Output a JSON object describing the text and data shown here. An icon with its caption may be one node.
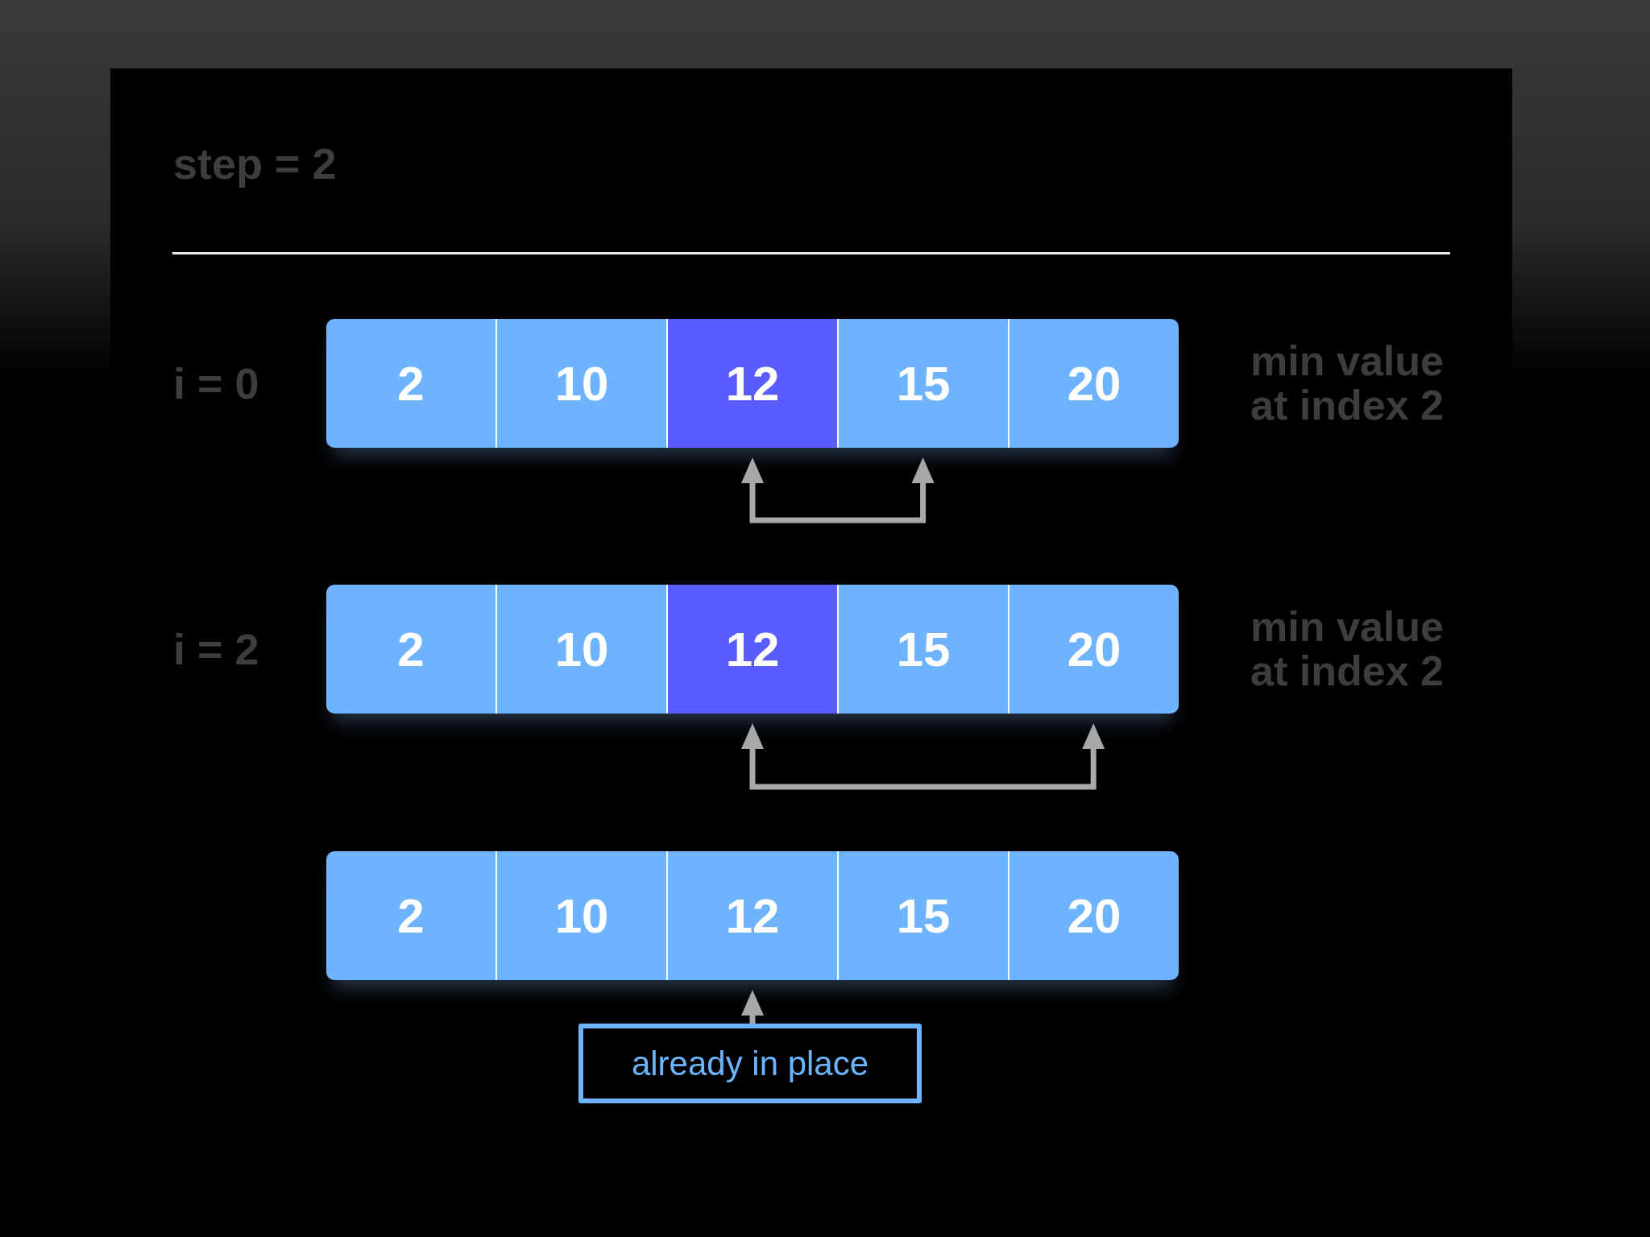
{
  "diagram": {
    "title": "step = 2",
    "nodes": [
      {
        "text": [],
        "shape": "bar",
        "beside": [
          "i = 0",
          "min value at index 2"
        ]
      },
      {
        "text": [
          "2"
        ],
        "in": 0
      },
      {
        "text": [
          "10"
        ],
        "in": 0
      },
      {
        "text": [
          "12"
        ],
        "in": 0
      },
      {
        "text": [
          "15"
        ],
        "in": 0
      },
      {
        "text": [
          "20"
        ],
        "in": 0
      },
      {
        "text": [],
        "shape": "bar",
        "beside": [
          "i = 2",
          "min value at index 2"
        ]
      },
      {
        "text": [
          "2"
        ],
        "in": 6
      },
      {
        "text": [
          "10"
        ],
        "in": 6
      },
      {
        "text": [
          "12"
        ],
        "in": 6
      },
      {
        "text": [
          "15"
        ],
        "in": 6
      },
      {
        "text": [
          "20"
        ],
        "in": 6
      },
      {
        "text": [],
        "shape": "bar"
      },
      {
        "text": [
          "2"
        ],
        "in": 12
      },
      {
        "text": [
          "10"
        ],
        "in": 12
      },
      {
        "text": [
          "12"
        ],
        "in": 12
      },
      {
        "text": [
          "15"
        ],
        "in": 12
      },
      {
        "text": [
          "20"
        ],
        "in": 12
      },
      {
        "text": [
          "already in place"
        ]
      }
    ],
    "edges": [
      {
        "from": 3,
        "to": 4,
        "arrow": "both"
      },
      {
        "from": 9,
        "to": 11,
        "arrow": "both"
      },
      {
        "from": 18,
        "to": 15,
        "arrow": "to"
      }
    ]
  }
}
